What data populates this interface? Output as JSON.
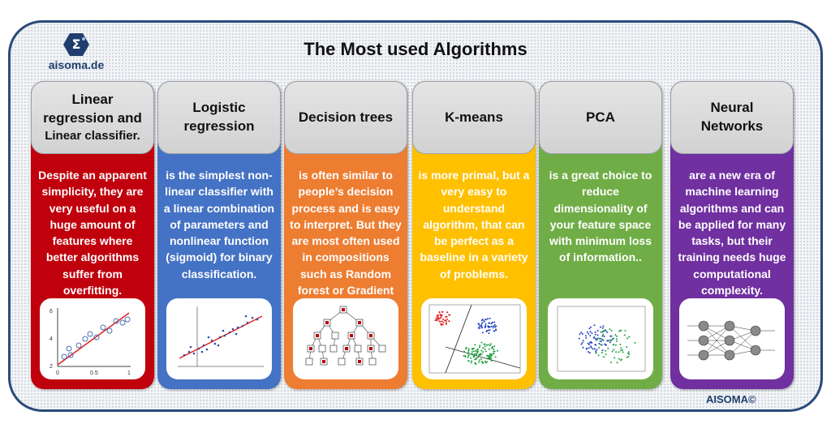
{
  "header": {
    "title": "The Most used Algorithms",
    "logo_text": "aisoma.de",
    "copyright": "AISOMA©"
  },
  "colors": {
    "frame_border": "#2a4a7a",
    "header_box": "#d9d9d9",
    "linear": "#c0000c",
    "logistic": "#4472c4",
    "decision_trees": "#ed7d31",
    "kmeans": "#ffc000",
    "pca": "#70ad47",
    "neural": "#7030a0"
  },
  "columns": [
    {
      "title_lines": [
        "Linear",
        "regression and",
        "Linear classifier."
      ],
      "description": "Despite an apparent simplicity, they are very useful on a huge amount of features where better algorithms suffer from overfitting.",
      "thumbnail": "linear-regression-plot",
      "thumb_labels": {
        "y_ticks": [
          "6",
          "4",
          "2"
        ],
        "x_ticks": [
          "0",
          "0.5",
          "1"
        ]
      }
    },
    {
      "title_lines": [
        "Logistic",
        "regression"
      ],
      "description": "is the simplest non-linear classifier with a linear combination of parameters and nonlinear function (sigmoid) for binary classification.",
      "thumbnail": "logistic-regression-plot"
    },
    {
      "title_lines": [
        "Decision trees"
      ],
      "description": "is often similar to people’s decision process and is easy to interpret. But they are most often used in compositions such as Random forest or Gradient boosting.",
      "thumbnail": "decision-tree-diagram"
    },
    {
      "title_lines": [
        "K-means"
      ],
      "description": "is more primal, but a very easy to understand algorithm, that can be perfect as a baseline in a variety of problems.",
      "thumbnail": "kmeans-cluster-plot"
    },
    {
      "title_lines": [
        "PCA"
      ],
      "description": "is a great choice to reduce dimensionality of your feature space with minimum loss of information..",
      "thumbnail": "pca-scatter-plot"
    },
    {
      "title_lines": [
        "Neural",
        "Networks"
      ],
      "description": "are a new era of machine learning algorithms and can be applied for many tasks, but their training needs huge computational complexity.",
      "thumbnail": "neural-network-diagram"
    }
  ]
}
